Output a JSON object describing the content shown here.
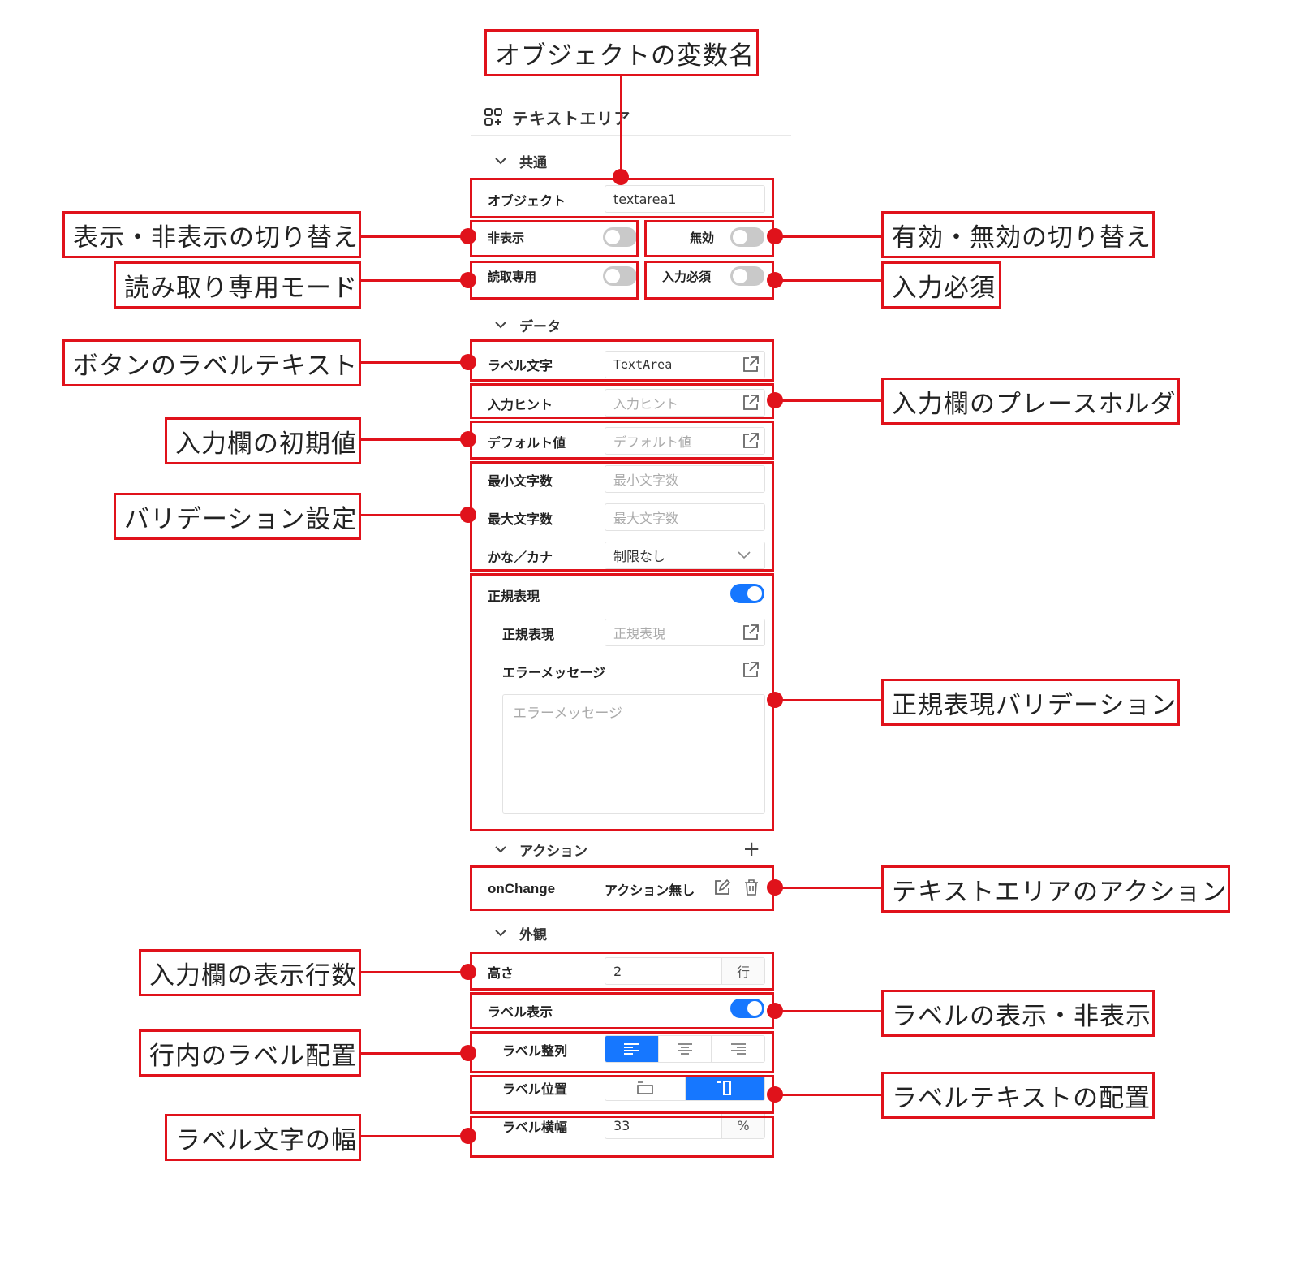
{
  "panel": {
    "title": "テキストエリア",
    "sections": {
      "common": "共通",
      "data": "データ",
      "action": "アクション",
      "appearance": "外観"
    },
    "common": {
      "object_label": "オブジェクト",
      "object_value": "textarea1",
      "hidden_label": "非表示",
      "hidden_on": false,
      "disabled_label": "無効",
      "disabled_on": false,
      "readonly_label": "読取専用",
      "readonly_on": false,
      "required_label": "入力必須",
      "required_on": false
    },
    "data": {
      "label_text_label": "ラベル文字",
      "label_text_value": "TextArea",
      "hint_label": "入力ヒント",
      "hint_placeholder": "入力ヒント",
      "default_label": "デフォルト値",
      "default_placeholder": "デフォルト値",
      "min_label": "最小文字数",
      "min_placeholder": "最小文字数",
      "max_label": "最大文字数",
      "max_placeholder": "最大文字数",
      "kana_label": "かな／カナ",
      "kana_value": "制限なし",
      "regex_toggle_label": "正規表現",
      "regex_on": true,
      "regex_field_label": "正規表現",
      "regex_placeholder": "正規表現",
      "error_label": "エラーメッセージ",
      "error_placeholder": "エラーメッセージ"
    },
    "action": {
      "event_label": "onChange",
      "event_value": "アクション無し"
    },
    "appearance": {
      "height_label": "高さ",
      "height_value": "2",
      "height_unit": "行",
      "label_visible_label": "ラベル表示",
      "label_visible_on": true,
      "label_align_label": "ラベル整列",
      "label_align_selected": "left",
      "label_position_label": "ラベル位置",
      "label_position_selected": "left",
      "label_width_label": "ラベル横幅",
      "label_width_value": "33",
      "label_width_unit": "%"
    }
  },
  "annotations": {
    "object_name": "オブジェクトの変数名",
    "show_hide": "表示・非表示の切り替え",
    "enable_disable": "有効・無効の切り替え",
    "readonly": "読み取り専用モード",
    "required": "入力必須",
    "button_label": "ボタンのラベルテキスト",
    "placeholder": "入力欄のプレースホルダ",
    "initial_value": "入力欄の初期値",
    "validation": "バリデーション設定",
    "regex_validation": "正規表現バリデーション",
    "textarea_action": "テキストエリアのアクション",
    "rows": "入力欄の表示行数",
    "label_show_hide": "ラベルの表示・非表示",
    "label_align": "行内のラベル配置",
    "label_text_position": "ラベルテキストの配置",
    "label_width": "ラベル文字の幅"
  },
  "colors": {
    "annotation_red": "#e0121b",
    "accent_blue": "#1677ff",
    "toggle_off": "#c9c9c9"
  }
}
